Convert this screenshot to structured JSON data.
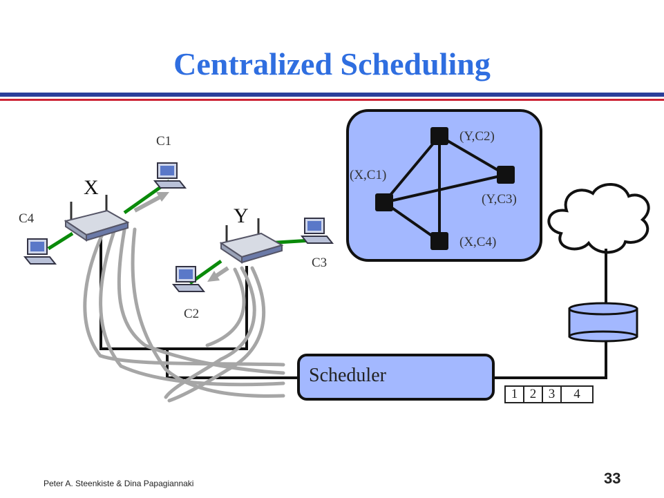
{
  "slide": {
    "title": "Centralized Scheduling",
    "footer": "Peter A. Steenkiste & Dina Papagiannaki",
    "page_number": "33"
  },
  "colors": {
    "title": "#2f6ee0",
    "rule_blue": "#2b3f9a",
    "rule_red": "#cc2233",
    "panel_fill": "#a3b8ff",
    "link_green": "#0a8a0a",
    "cable_gray": "#a6a6a6"
  },
  "diagram": {
    "access_points": [
      {
        "label": "X"
      },
      {
        "label": "Y"
      }
    ],
    "clients": [
      {
        "label": "C1"
      },
      {
        "label": "C2"
      },
      {
        "label": "C3"
      },
      {
        "label": "C4"
      }
    ],
    "conflict_graph": {
      "nodes": [
        "(Y,C2)",
        "(X,C1)",
        "(Y,C3)",
        "(X,C4)"
      ]
    },
    "scheduler_label": "Scheduler",
    "queue": [
      "1",
      "2",
      "3",
      "4"
    ],
    "icons": [
      "laptop-icon",
      "router-icon",
      "cloud-icon",
      "database-icon"
    ]
  }
}
